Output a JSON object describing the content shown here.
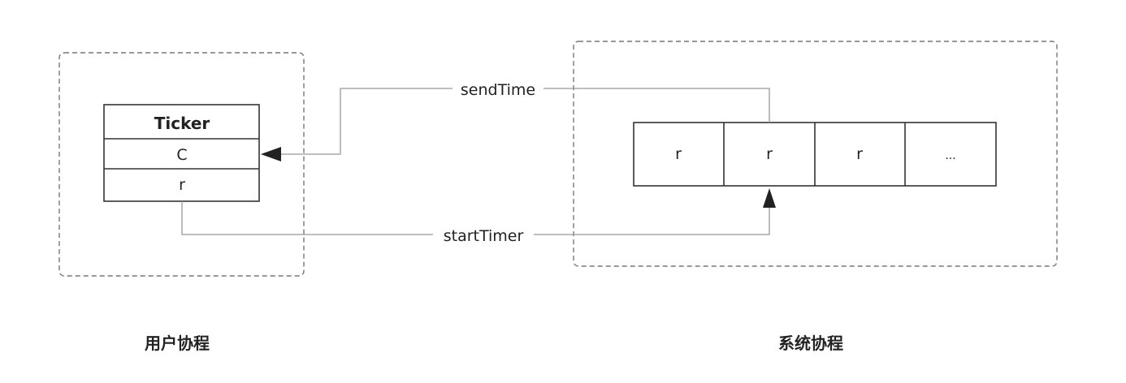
{
  "ticker": {
    "title": "Ticker",
    "field_c": "C",
    "field_r": "r"
  },
  "edges": {
    "send": "sendTime",
    "start": "startTimer"
  },
  "heap": {
    "cells": [
      "r",
      "r",
      "r",
      "..."
    ]
  },
  "groups": {
    "user": "用户协程",
    "system": "系统协程"
  }
}
